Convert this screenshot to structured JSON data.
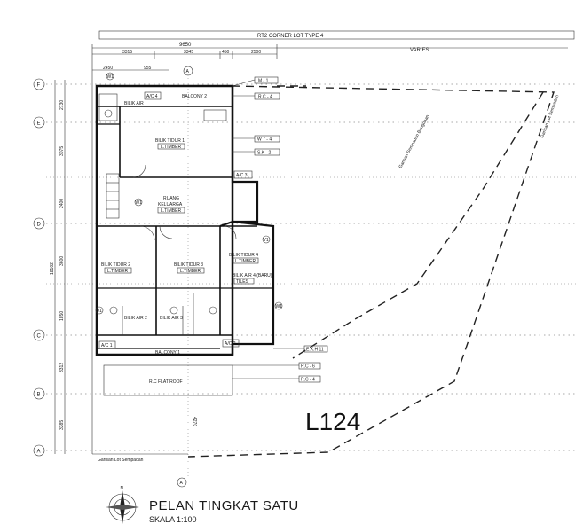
{
  "plan_title": "PELAN TINGKAT SATU",
  "scale": "SKALA 1:100",
  "lot_number": "L124",
  "top_banner": "RT2 CORNER LOT TYPE 4",
  "top_dims": {
    "overall": "9650",
    "right": "VARIES",
    "segments": [
      "3315",
      "3345",
      "450",
      "2500"
    ],
    "sub_segments": [
      "2450",
      "955"
    ]
  },
  "grid_labels": [
    "F",
    "E",
    "D",
    "C",
    "B",
    "A"
  ],
  "left_dims": [
    "2730",
    "3075",
    "2400",
    "3600",
    "1850",
    "3312",
    "3385"
  ],
  "left_overall": "18102",
  "rooms": {
    "bilik_tidur_1": "BILIK TIDUR 1",
    "bilik_tidur_2": "BILIK TIDUR 2",
    "bilik_tidur_3": "BILIK TIDUR 3",
    "bilik_tidur_4": "BILIK TIDUR 4",
    "ruang_keluarga_1": "RUANG",
    "ruang_keluarga_2": "KELUARGA",
    "bilik_air": "BILIK AIR",
    "bilik_air_2": "BILIK AIR 2",
    "bilik_air_3": "BILIK AIR 3",
    "bilik_air_baru": "BILIK AIR 4 (BARU)",
    "balcony_top": "BALCONY 2",
    "balcony_bottom": "BALCONY 1",
    "rc_flat_roof": "R.C FLAT ROOF",
    "timber": "L.TIMBER",
    "tiles": "TILES"
  },
  "tags": {
    "m1": "M - 1",
    "rc4_top": "R.C - 4",
    "w74": "W 7 - 4",
    "sk2": "S.K - 2",
    "ac4": "A/C 4",
    "ac3": "A/C 3",
    "ac2": "A/C 2",
    "ac1": "A/C 1",
    "ewh": "E.X.H 11",
    "rc6": "R.C - 6",
    "rc4_bottom": "R.C - 4",
    "w1": "W1",
    "d1": "D1",
    "v1": "V1"
  },
  "boundary_labels": {
    "left_bottom": "Garisan Lot Sempadan",
    "diag_1": "Garisan Sempadan Bangunan",
    "diag_2": "Garisan Lot Sempadan"
  },
  "axis_marker": "A",
  "vert_dim": "4270",
  "compass_letter": "N"
}
